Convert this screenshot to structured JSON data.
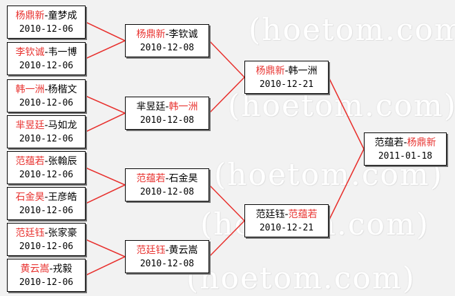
{
  "watermark": [
    "(hoetom.com)",
    "(hoetom.com)",
    "(hoetom.com)",
    "(hoetom.com)",
    "(hoetom.com)"
  ],
  "colors": {
    "winner": "#e8322f",
    "connector": "#e8322f",
    "border": "#000000"
  },
  "matches": [
    {
      "round": 1,
      "p1": "杨鼎新",
      "p2": "童梦成",
      "winner": 1,
      "date": "2010-12-06"
    },
    {
      "round": 1,
      "p1": "李钦诚",
      "p2": "韦一博",
      "winner": 1,
      "date": "2010-12-06"
    },
    {
      "round": 1,
      "p1": "韩一洲",
      "p2": "杨楷文",
      "winner": 1,
      "date": "2010-12-06"
    },
    {
      "round": 1,
      "p1": "芈昱廷",
      "p2": "马如龙",
      "winner": 1,
      "date": "2010-12-06"
    },
    {
      "round": 1,
      "p1": "范蕴若",
      "p2": "张翰辰",
      "winner": 1,
      "date": "2010-12-06"
    },
    {
      "round": 1,
      "p1": "石金昊",
      "p2": "王彦皓",
      "winner": 1,
      "date": "2010-12-06"
    },
    {
      "round": 1,
      "p1": "范廷钰",
      "p2": "张家豪",
      "winner": 1,
      "date": "2010-12-06"
    },
    {
      "round": 1,
      "p1": "黄云嵩",
      "p2": "戎毅",
      "winner": 1,
      "date": "2010-12-06"
    },
    {
      "round": 2,
      "p1": "杨鼎新",
      "p2": "李钦诚",
      "winner": 1,
      "date": "2010-12-08"
    },
    {
      "round": 2,
      "p1": "芈昱廷",
      "p2": "韩一洲",
      "winner": 2,
      "date": "2010-12-08"
    },
    {
      "round": 2,
      "p1": "范蕴若",
      "p2": "石金昊",
      "winner": 1,
      "date": "2010-12-08"
    },
    {
      "round": 2,
      "p1": "范廷钰",
      "p2": "黄云嵩",
      "winner": 1,
      "date": "2010-12-08"
    },
    {
      "round": 3,
      "p1": "杨鼎新",
      "p2": "韩一洲",
      "winner": 1,
      "date": "2010-12-21"
    },
    {
      "round": 3,
      "p1": "范廷钰",
      "p2": "范蕴若",
      "winner": 2,
      "date": "2010-12-21"
    },
    {
      "round": 4,
      "p1": "范蕴若",
      "p2": "杨鼎新",
      "winner": 2,
      "date": "2011-01-18"
    }
  ]
}
